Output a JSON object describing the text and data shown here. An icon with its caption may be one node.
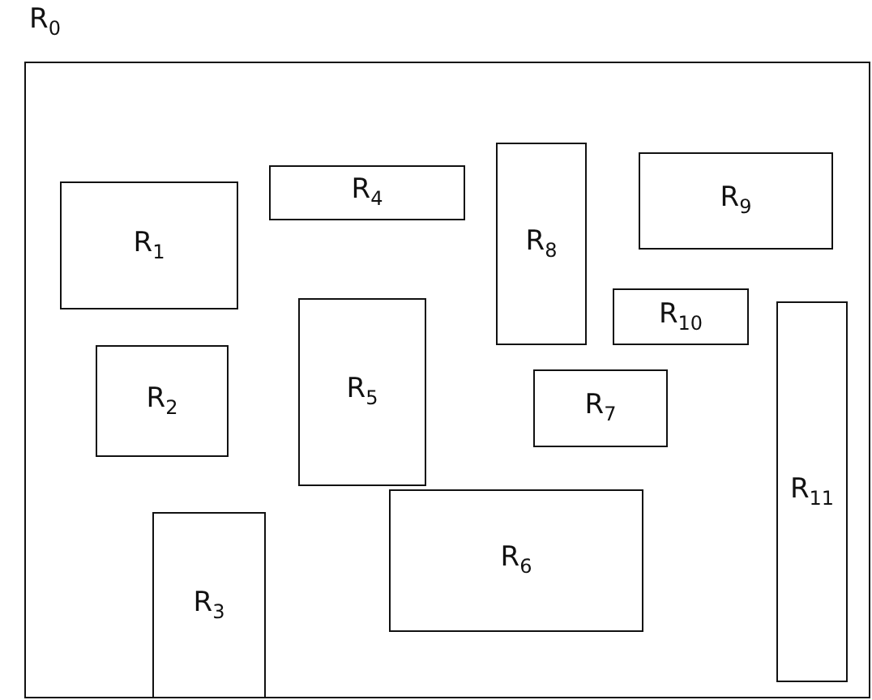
{
  "diagram": {
    "nodes": [
      {
        "text": [
          "R$_{0}$"
        ]
      },
      {
        "text": [
          "R$_{1}$"
        ],
        "in": 0
      },
      {
        "text": [
          "R$_{4}$"
        ],
        "in": 0
      },
      {
        "text": [
          "R$_{8}$"
        ],
        "in": 0
      },
      {
        "text": [
          "R$_{9}$"
        ],
        "in": 0
      },
      {
        "text": [
          "R$_{10}$"
        ],
        "in": 0
      },
      {
        "text": [
          "R$_{2}$"
        ],
        "in": 0
      },
      {
        "text": [
          "R$_{5}$"
        ],
        "in": 0
      },
      {
        "text": [
          "R$_{7}$"
        ],
        "in": 0
      },
      {
        "text": [
          "R$_{11}$"
        ],
        "in": 0
      },
      {
        "text": [
          "R$_{6}$"
        ],
        "in": 0
      },
      {
        "text": [
          "R$_{3}$"
        ],
        "in": 0
      }
    ]
  }
}
